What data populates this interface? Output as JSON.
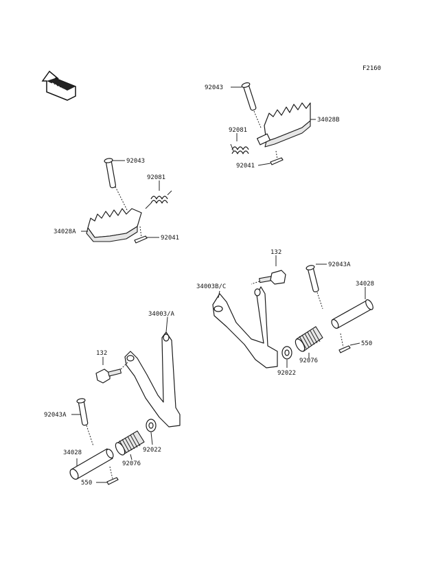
{
  "figure_code": "F2160",
  "front_label": "FRONT",
  "labels": {
    "top_pin": "92043",
    "top_step": "34028B",
    "top_spring": "92081",
    "top_cotter": "92041",
    "mid_pin": "92043",
    "mid_spring": "92081",
    "mid_step": "34028A",
    "mid_cotter": "92041",
    "right_bolt": "132",
    "right_pin": "92043A",
    "right_bracket": "34003B/C",
    "right_shaft": "34028",
    "right_cotter": "550",
    "right_rubber": "92076",
    "right_washer": "92022",
    "left_bracket": "34003/A",
    "left_bolt": "132",
    "left_pin": "92043A",
    "left_shaft": "34028",
    "left_rubber": "92076",
    "left_washer": "92022",
    "left_cotter": "550"
  }
}
